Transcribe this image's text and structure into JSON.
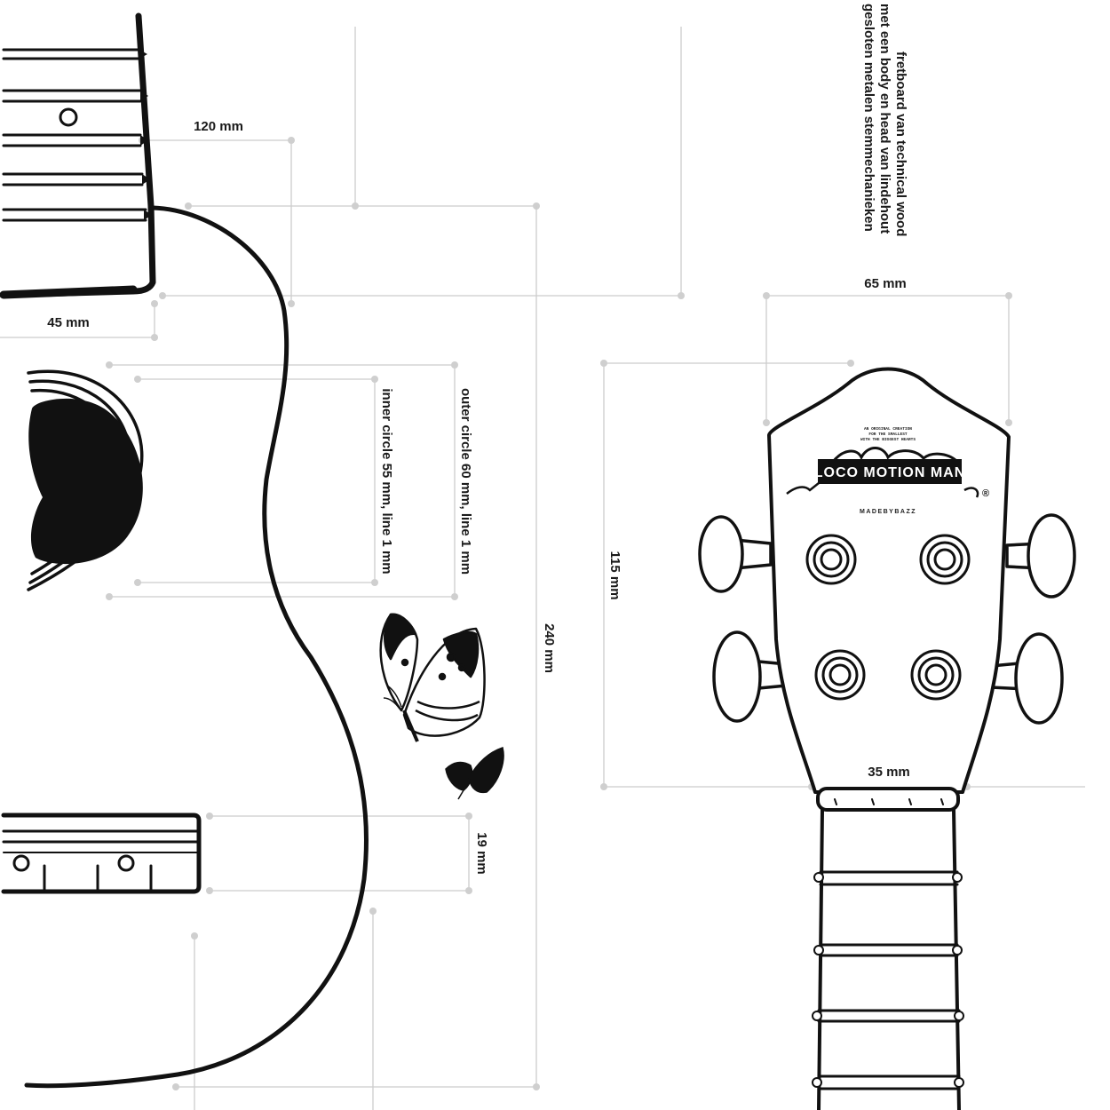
{
  "notes": [
    "fretboard van technical wood",
    "met een body en head van lindehout",
    "gesloten metalen stemmechanieken"
  ],
  "dimensions": {
    "fret_spacing": "120 mm",
    "neck_width": "45 mm",
    "outer_circle": "outer circle 60 mm, line 1 mm",
    "inner_circle": "inner circle 55 mm, line 1 mm",
    "body_length": "240 mm",
    "bridge_height": "19 mm",
    "head_width": "65 mm",
    "head_height": "115 mm",
    "nut_width": "35 mm"
  },
  "logo": {
    "tagline_1": "AN ORIGINAL CREATION",
    "tagline_2": "FOR THE SMALLEST",
    "tagline_3": "WITH THE BIGGEST HEARTS",
    "brand": "LOCO MOTION MAN",
    "maker": "MADEBYBAZZ",
    "registered": "®"
  },
  "colors": {
    "line": "#111111",
    "dimension": "#cccccc",
    "text": "#1a1a1a"
  }
}
